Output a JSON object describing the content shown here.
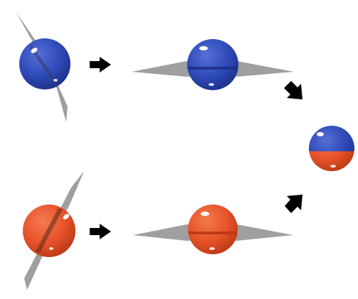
{
  "colors": {
    "background": "#ffffff",
    "blue": "#2f4bb8",
    "blue_dark": "#1c2f86",
    "blue_light": "#5570d6",
    "orange": "#e8532a",
    "orange_dark": "#b83713",
    "orange_light": "#f47a4f",
    "band": "#9f9f9f",
    "arrow": "#000000",
    "highlight": "#ffffff"
  },
  "sequence": [
    {
      "id": "blue-tilted",
      "color": "blue",
      "band": "tilted"
    },
    {
      "id": "blue-flat",
      "color": "blue",
      "band": "horizontal"
    },
    {
      "id": "orange-tilted",
      "color": "orange",
      "band": "tilted"
    },
    {
      "id": "orange-flat",
      "color": "orange",
      "band": "horizontal"
    },
    {
      "id": "merged",
      "color": "blue-over-orange",
      "band": "none"
    }
  ]
}
